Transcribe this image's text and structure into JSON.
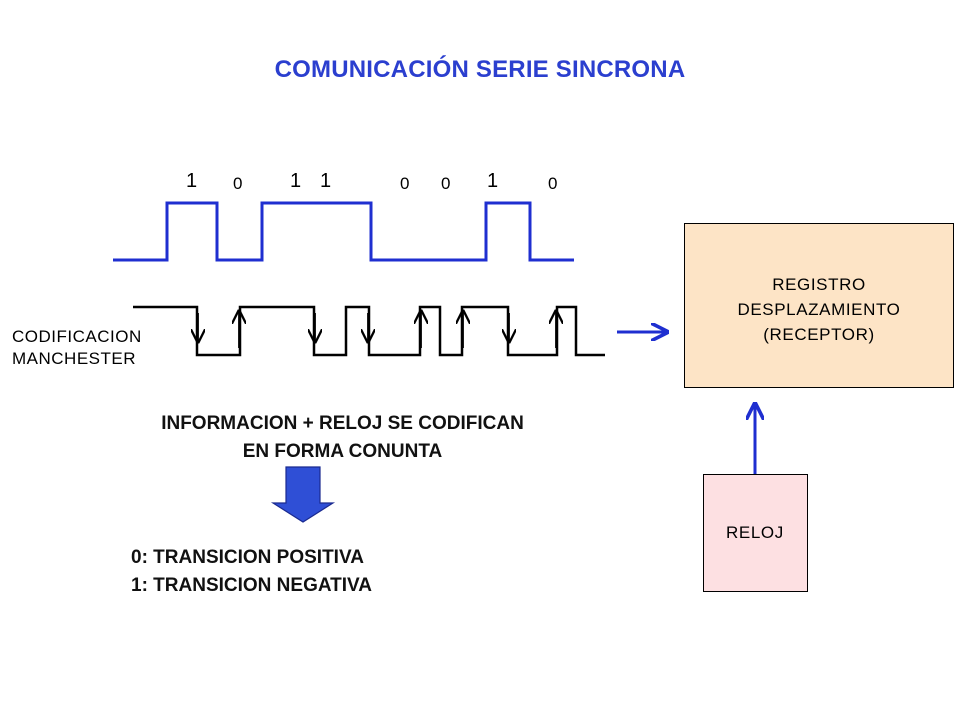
{
  "title": "COMUNICACIÓN SERIE SINCRONA",
  "bits": [
    "1",
    "0",
    "1",
    "1",
    "0",
    "0",
    "1",
    "0"
  ],
  "manchester_label": [
    "CODIFICACION",
    "MANCHESTER"
  ],
  "info": [
    "INFORMACION + RELOJ SE CODIFICAN",
    "EN FORMA CONUNTA"
  ],
  "rules": [
    "0: TRANSICION POSITIVA",
    "1: TRANSICION NEGATIVA"
  ],
  "receiver": [
    "REGISTRO",
    "DESPLAZAMIENTO",
    "(RECEPTOR)"
  ],
  "clock": "RELOJ",
  "colors": {
    "signal": "#1f2fd0",
    "title": "#2b3fcf",
    "receiver_fill": "#fde4c6",
    "clock_fill": "#fde0e2",
    "down_arrow": "#2f4fd6"
  }
}
